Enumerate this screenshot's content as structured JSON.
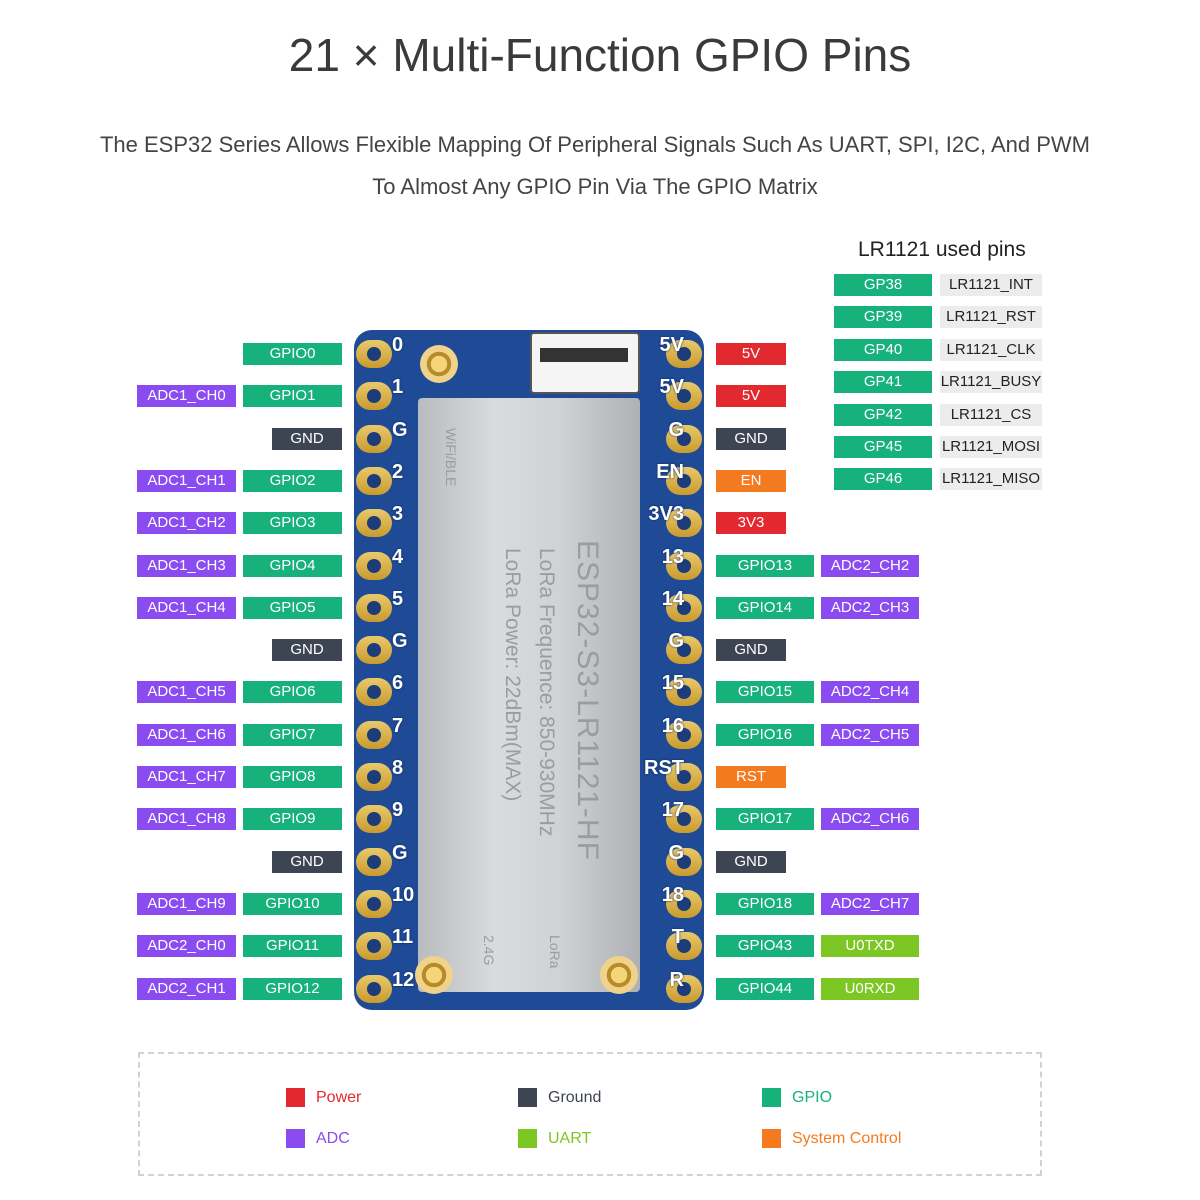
{
  "title": "21 × Multi-Function GPIO Pins",
  "subtitle": {
    "line1": "The ESP32 Series Allows Flexible Mapping Of Peripheral Signals Such As UART, SPI, I2C, And PWM",
    "line2": "To Almost Any GPIO Pin Via The GPIO Matrix"
  },
  "colors": {
    "power": "#e2292f",
    "ground": "#3d4552",
    "gpio": "#17b17c",
    "adc": "#8a4cf0",
    "uart": "#7dc724",
    "system": "#f47a20",
    "board": "#1f4a96"
  },
  "board": {
    "module_text": "ESP32-S3-LR1121-HF",
    "freq_text": "LoRa Frequence: 850-930MHz",
    "power_text": "LoRa Power: 22dBm(MAX)",
    "wifi_text": "WiFi/BLE",
    "ant_24g": "2.4G",
    "ant_lora": "LoRa"
  },
  "left_pins": [
    {
      "num": "0",
      "gpio": "GPIO0",
      "adc": ""
    },
    {
      "num": "1",
      "gpio": "GPIO1",
      "adc": "ADC1_CH0"
    },
    {
      "num": "G",
      "gnd": "GND"
    },
    {
      "num": "2",
      "gpio": "GPIO2",
      "adc": "ADC1_CH1"
    },
    {
      "num": "3",
      "gpio": "GPIO3",
      "adc": "ADC1_CH2"
    },
    {
      "num": "4",
      "gpio": "GPIO4",
      "adc": "ADC1_CH3"
    },
    {
      "num": "5",
      "gpio": "GPIO5",
      "adc": "ADC1_CH4"
    },
    {
      "num": "G",
      "gnd": "GND"
    },
    {
      "num": "6",
      "gpio": "GPIO6",
      "adc": "ADC1_CH5"
    },
    {
      "num": "7",
      "gpio": "GPIO7",
      "adc": "ADC1_CH6"
    },
    {
      "num": "8",
      "gpio": "GPIO8",
      "adc": "ADC1_CH7"
    },
    {
      "num": "9",
      "gpio": "GPIO9",
      "adc": "ADC1_CH8"
    },
    {
      "num": "G",
      "gnd": "GND"
    },
    {
      "num": "10",
      "gpio": "GPIO10",
      "adc": "ADC1_CH9"
    },
    {
      "num": "11",
      "gpio": "GPIO11",
      "adc": "ADC2_CH0"
    },
    {
      "num": "12",
      "gpio": "GPIO12",
      "adc": "ADC2_CH1"
    }
  ],
  "right_pins": [
    {
      "num": "5V",
      "main": "5V",
      "kind": "power"
    },
    {
      "num": "5V",
      "main": "5V",
      "kind": "power"
    },
    {
      "num": "G",
      "main": "GND",
      "kind": "ground"
    },
    {
      "num": "EN",
      "main": "EN",
      "kind": "system"
    },
    {
      "num": "3V3",
      "main": "3V3",
      "kind": "power"
    },
    {
      "num": "13",
      "main": "GPIO13",
      "kind": "gpio",
      "extra": "ADC2_CH2",
      "extra_kind": "adc"
    },
    {
      "num": "14",
      "main": "GPIO14",
      "kind": "gpio",
      "extra": "ADC2_CH3",
      "extra_kind": "adc"
    },
    {
      "num": "G",
      "main": "GND",
      "kind": "ground"
    },
    {
      "num": "15",
      "main": "GPIO15",
      "kind": "gpio",
      "extra": "ADC2_CH4",
      "extra_kind": "adc"
    },
    {
      "num": "16",
      "main": "GPIO16",
      "kind": "gpio",
      "extra": "ADC2_CH5",
      "extra_kind": "adc"
    },
    {
      "num": "RST",
      "main": "RST",
      "kind": "system"
    },
    {
      "num": "17",
      "main": "GPIO17",
      "kind": "gpio",
      "extra": "ADC2_CH6",
      "extra_kind": "adc"
    },
    {
      "num": "G",
      "main": "GND",
      "kind": "ground"
    },
    {
      "num": "18",
      "main": "GPIO18",
      "kind": "gpio",
      "extra": "ADC2_CH7",
      "extra_kind": "adc"
    },
    {
      "num": "T",
      "main": "GPIO43",
      "kind": "gpio",
      "extra": "U0TXD",
      "extra_kind": "uart"
    },
    {
      "num": "R",
      "main": "GPIO44",
      "kind": "gpio",
      "extra": "U0RXD",
      "extra_kind": "uart"
    }
  ],
  "lr1121": {
    "title": "LR1121 used pins",
    "pins": [
      {
        "gp": "GP38",
        "fn": "LR1121_INT"
      },
      {
        "gp": "GP39",
        "fn": "LR1121_RST"
      },
      {
        "gp": "GP40",
        "fn": "LR1121_CLK"
      },
      {
        "gp": "GP41",
        "fn": "LR1121_BUSY"
      },
      {
        "gp": "GP42",
        "fn": "LR1121_CS"
      },
      {
        "gp": "GP45",
        "fn": "LR1121_MOSI"
      },
      {
        "gp": "GP46",
        "fn": "LR1121_MISO"
      }
    ]
  },
  "legend": [
    {
      "label": "Power",
      "kind": "power"
    },
    {
      "label": "Ground",
      "kind": "ground"
    },
    {
      "label": "GPIO",
      "kind": "gpio"
    },
    {
      "label": "ADC",
      "kind": "adc"
    },
    {
      "label": "UART",
      "kind": "uart"
    },
    {
      "label": "System Control",
      "kind": "system"
    }
  ]
}
